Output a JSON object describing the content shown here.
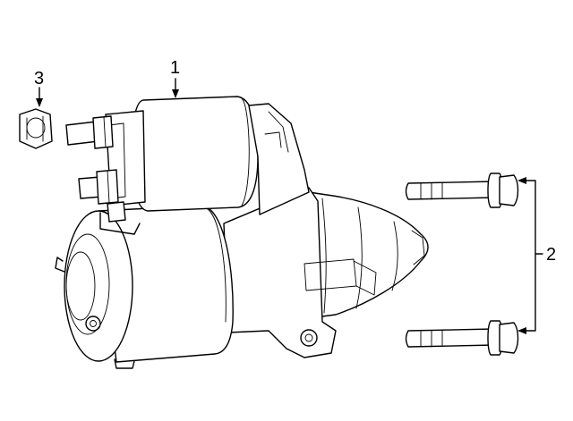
{
  "callouts": {
    "starter": "1",
    "bolts": "2",
    "nut": "3"
  },
  "colors": {
    "line": "#000000",
    "background": "#ffffff"
  }
}
